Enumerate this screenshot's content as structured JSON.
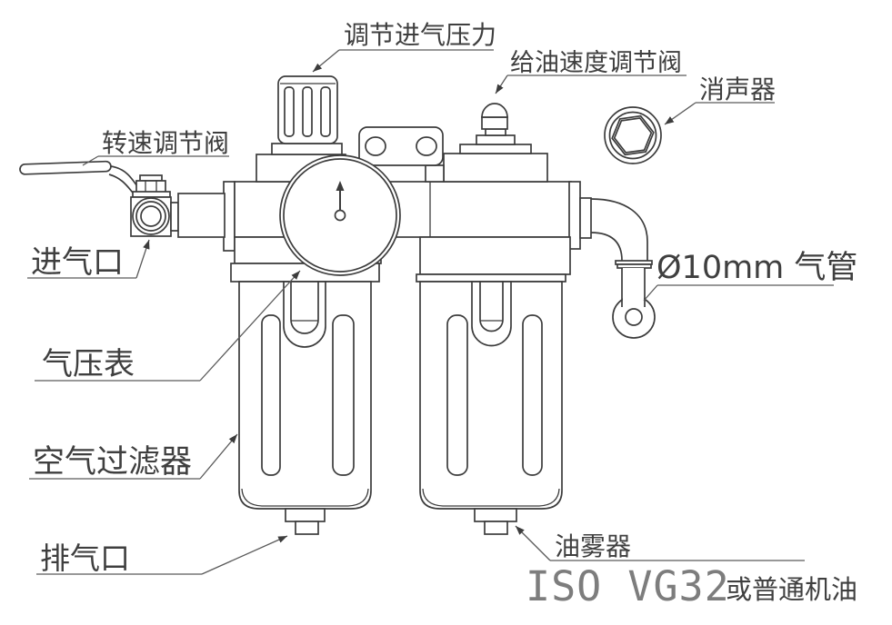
{
  "labels": {
    "adjust_intake_pressure": "调节进气压力",
    "oil_feed_speed_valve": "给油速度调节阀",
    "muffler": "消声器",
    "rotation_speed_valve": "转速调节阀",
    "air_inlet": "进气口",
    "pressure_gauge": "气压表",
    "air_filter": "空气过滤器",
    "exhaust_port": "排气口",
    "oil_mist_lubricator": "油雾器",
    "air_pipe_size": "Ø10mm 气管",
    "oil_spec": "ISO VG32",
    "oil_spec_alt": "或普通机油"
  },
  "colors": {
    "background": "#ffffff",
    "drawing_line": "#3c3c3c",
    "leader_line": "#5a5a5a",
    "label_text": "#3f3f3f",
    "cad_text": "#7d7d7d"
  }
}
